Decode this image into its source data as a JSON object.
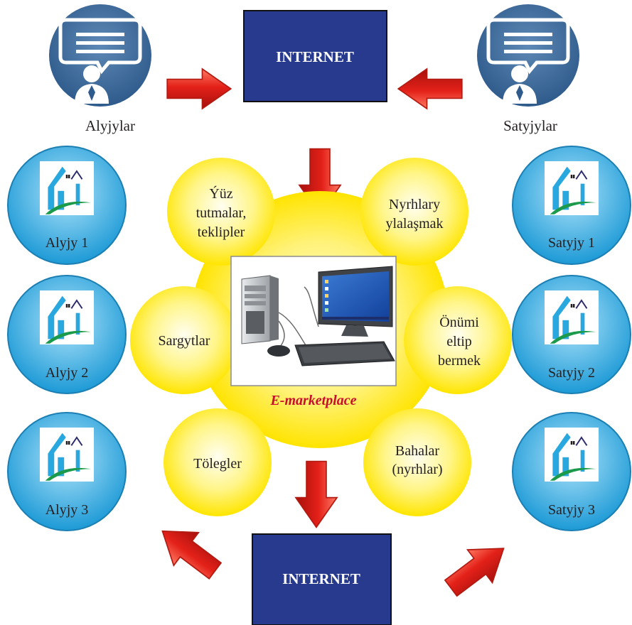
{
  "top": {
    "internet_label": "INTERNET",
    "buyers_label": "Alyjylar",
    "sellers_label": "Satyjylar"
  },
  "bottom": {
    "internet_label": "INTERNET"
  },
  "marketplace": {
    "label": "E-marketplace",
    "functions": {
      "offers": [
        "Ýüz",
        "tutmalar,",
        "teklipler"
      ],
      "price_agreement": [
        "Nyrhlary",
        "ylalaşmak"
      ],
      "orders": [
        "Sargytlar"
      ],
      "delivery": [
        "Önümi",
        "eltip",
        "bermek"
      ],
      "payments": [
        "Tölegler"
      ],
      "prices": [
        "Bahalar",
        "(nyrhlar)"
      ]
    }
  },
  "buyers": [
    "Alyjy 1",
    "Alyjy 2",
    "Alyjy 3"
  ],
  "sellers": [
    "Satyjy 1",
    "Satyjy 2",
    "Satyjy 3"
  ],
  "colors": {
    "internet_box": "#273a8e",
    "person_circle": "#2e5d8f",
    "house_circle": "#29a8e0",
    "sun": "#ffec00",
    "arrow": "#e32119",
    "hub_text": "#c8102e"
  }
}
